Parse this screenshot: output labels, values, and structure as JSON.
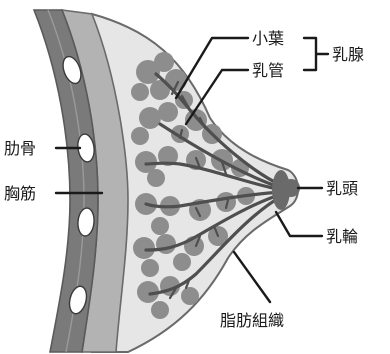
{
  "labels": {
    "shoyo": "小葉",
    "nyukan": "乳管",
    "nyusen": "乳腺",
    "rokkotsu": "肋骨",
    "kyokin": "胸筋",
    "nyuto": "乳頭",
    "nyurin": "乳輪",
    "shibososhiki": "脂肪組織"
  },
  "colors": {
    "rib_band": "#7a7a7a",
    "chest_muscle": "#b3b3b3",
    "fat_tissue": "#e6e6e6",
    "lobule": "#8d8d8d",
    "duct": "#4f4f4f",
    "outline": "#6a6a6a",
    "label_text": "#1a1a1a"
  }
}
